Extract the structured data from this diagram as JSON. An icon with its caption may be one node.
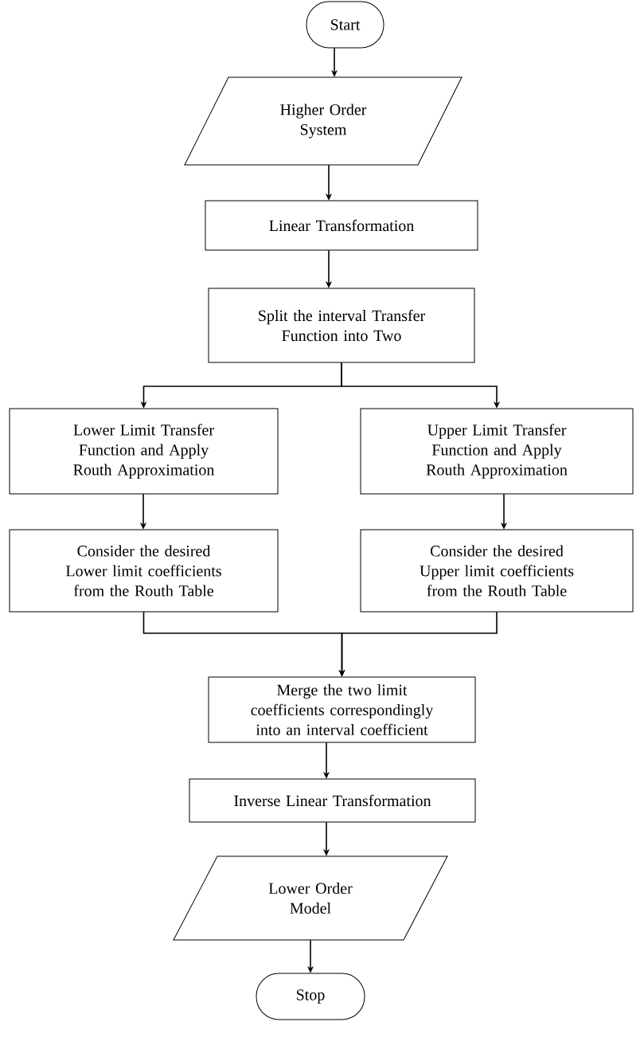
{
  "diagram": {
    "nodes": [
      {
        "text": [
          "Start"
        ]
      },
      {
        "text": [
          "Higher Order System"
        ]
      },
      {
        "text": [
          "Linear Transformation"
        ]
      },
      {
        "text": [
          "Split the interval Transfer Function into Two"
        ]
      },
      {
        "text": [
          "Lower Limit Transfer Function and Apply Routh Approximation"
        ]
      },
      {
        "text": [
          "Upper Limit Transfer Function and Apply Routh Approximation"
        ]
      },
      {
        "text": [
          "Consider the desired Lower limit coefficients from the Routh Table"
        ]
      },
      {
        "text": [
          "Consider the desired Upper limit coefficients from the Routh Table"
        ]
      },
      {
        "text": [
          "Merge the two limit coefficients correspondingly into an interval coefficient"
        ]
      },
      {
        "text": [
          "Inverse Linear Transformation"
        ]
      },
      {
        "text": [
          "Lower Order Model"
        ]
      },
      {
        "text": [
          "Stop"
        ]
      }
    ],
    "edges": [
      {
        "from": 0,
        "to": 1,
        "arrow": "to"
      },
      {
        "from": 1,
        "to": 2,
        "arrow": "to"
      },
      {
        "from": 2,
        "to": 3,
        "arrow": "to"
      },
      {
        "from": 3,
        "to": 4,
        "arrow": "to"
      },
      {
        "from": 3,
        "to": 5,
        "arrow": "to"
      },
      {
        "from": 4,
        "to": 6,
        "arrow": "to"
      },
      {
        "from": 5,
        "to": 7,
        "arrow": "to"
      },
      {
        "from": 6,
        "to": 8,
        "arrow": "to"
      },
      {
        "from": 7,
        "to": 8,
        "arrow": "to"
      },
      {
        "from": 8,
        "to": 9,
        "arrow": "to"
      },
      {
        "from": 9,
        "to": 10,
        "arrow": "to"
      },
      {
        "from": 10,
        "to": 11,
        "arrow": "to"
      }
    ]
  }
}
